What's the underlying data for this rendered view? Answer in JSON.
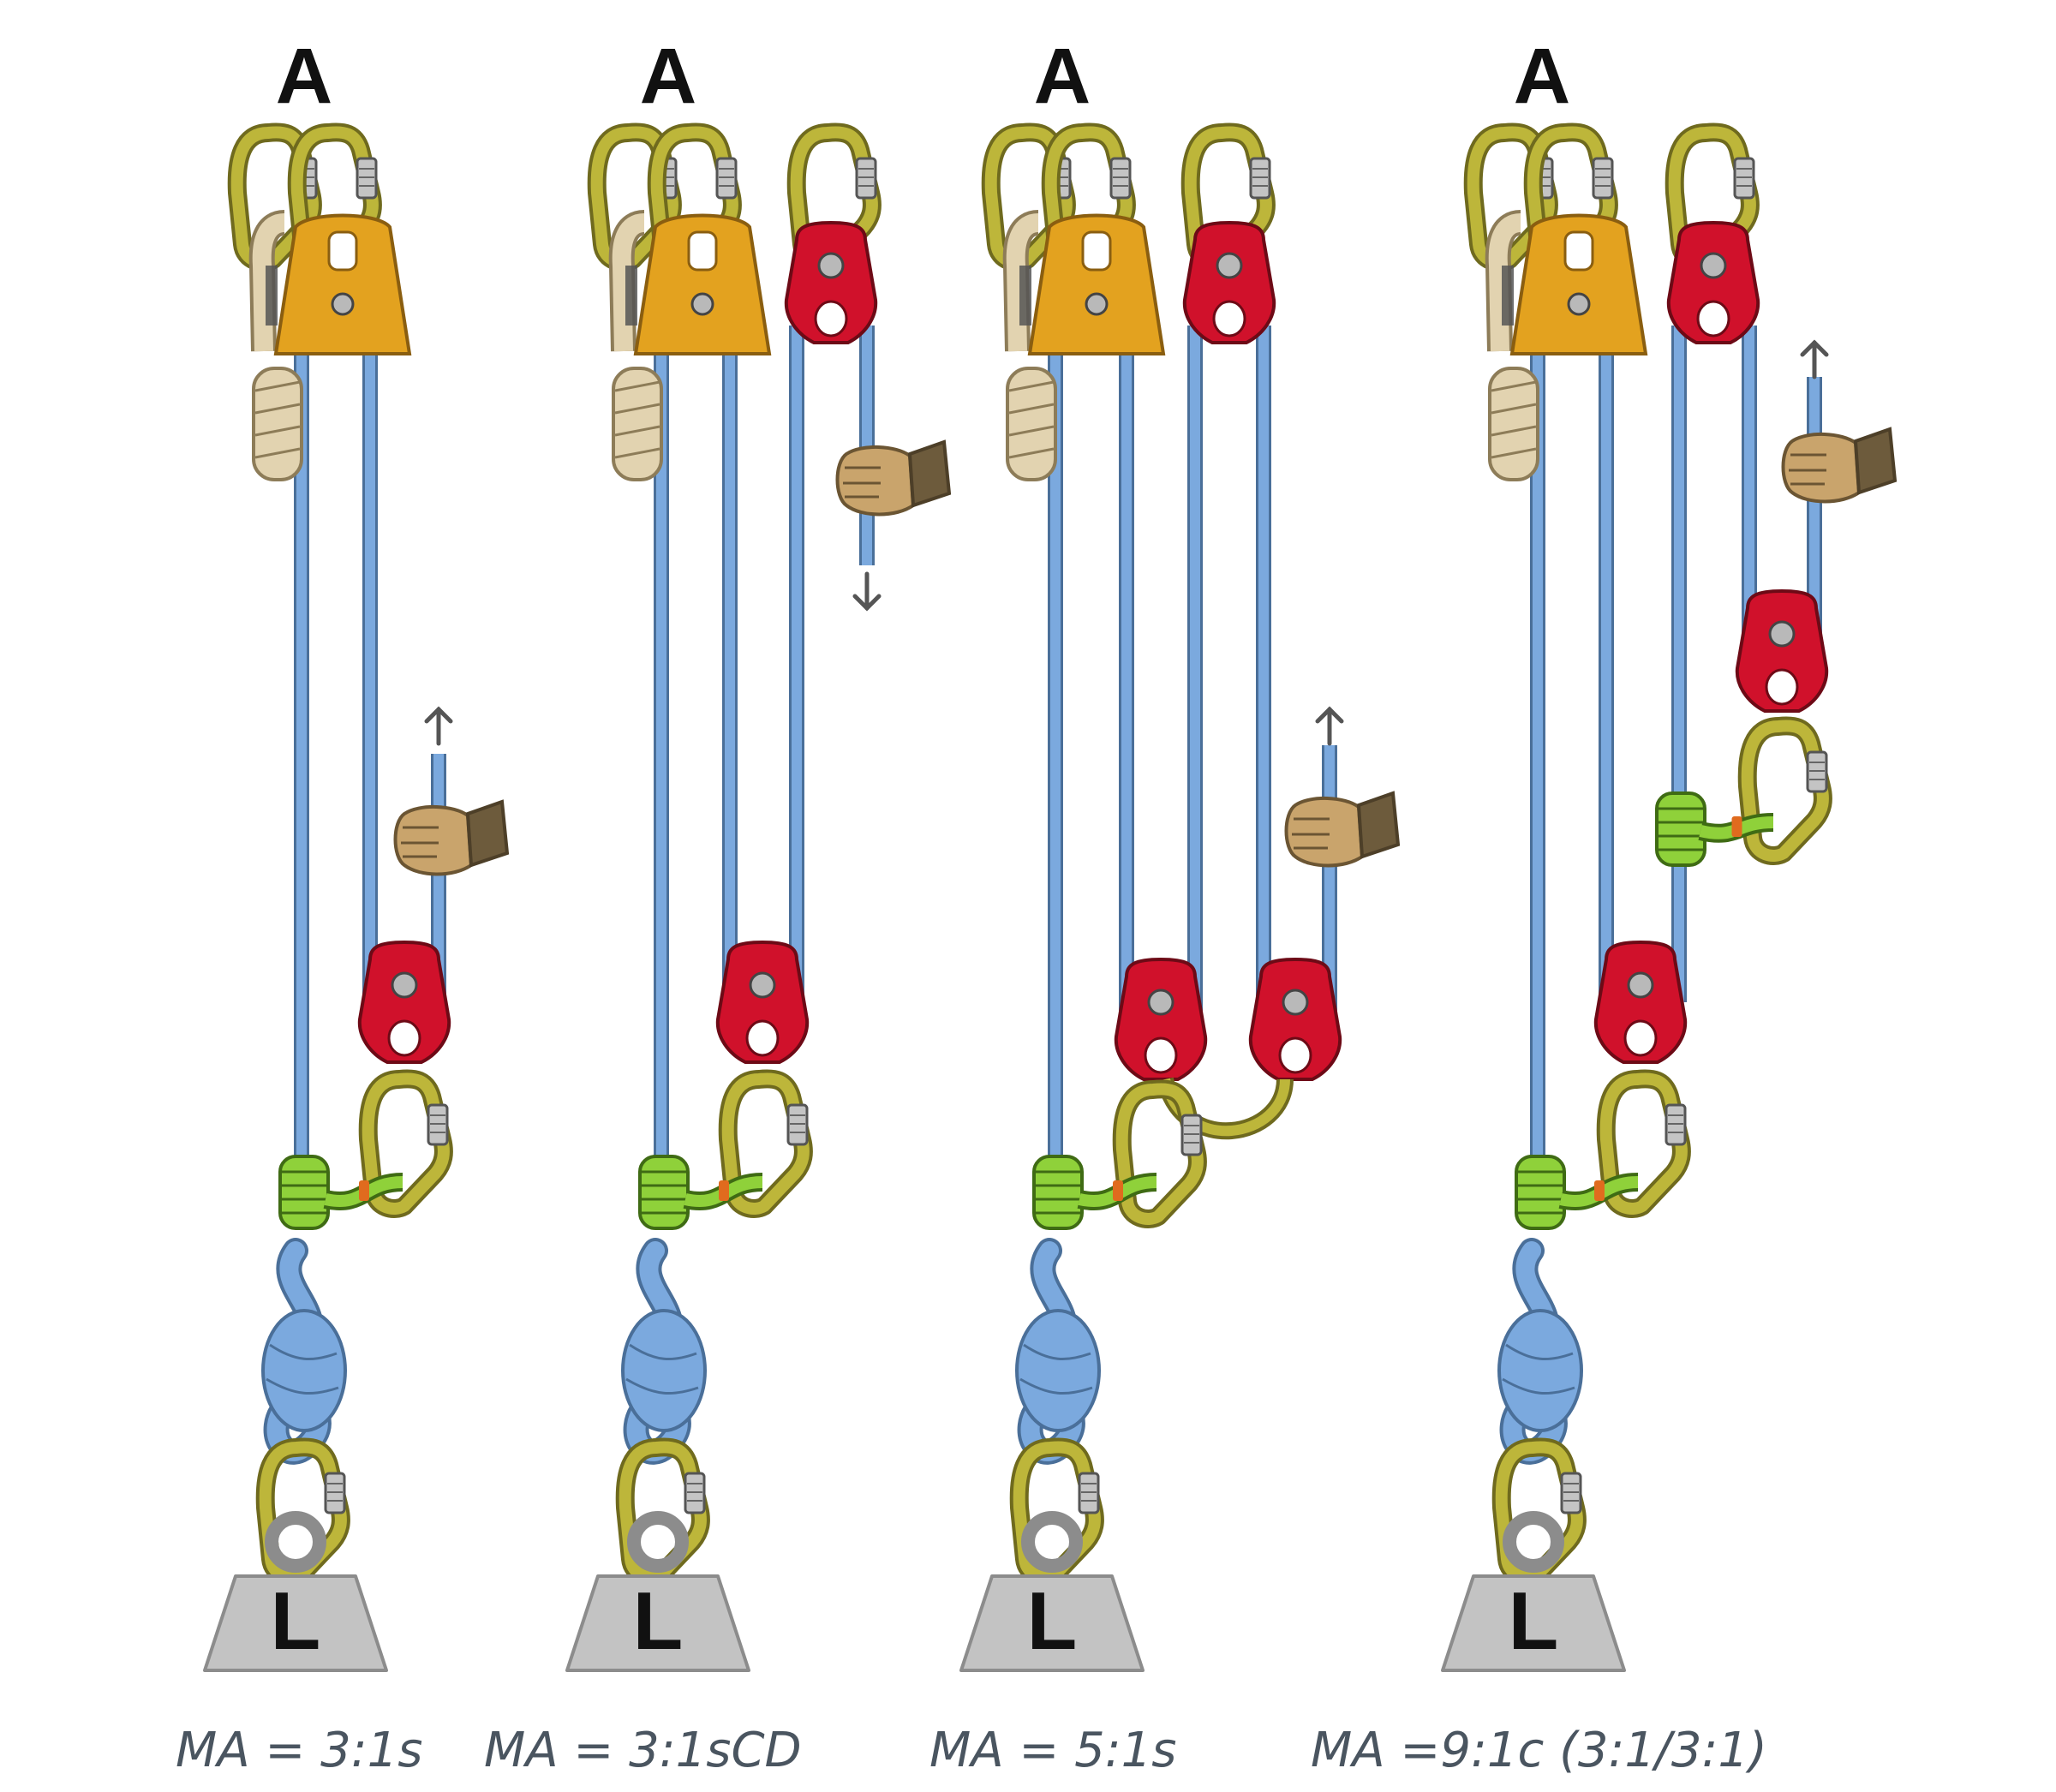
{
  "anchor_label": "A",
  "load_label": "L",
  "systems": [
    {
      "caption": "MA = 3:1s"
    },
    {
      "caption": "MA = 3:1sCD"
    },
    {
      "caption": "MA = 5:1s"
    },
    {
      "caption": "MA =9:1c (3:1/3:1)"
    }
  ],
  "colors": {
    "rope": "#7ba9de",
    "rope_outline": "#4a6f99",
    "carabiner": "#bdb63a",
    "carabiner_outline": "#6f6a1e",
    "gate": "#c4c4c4",
    "anchor_pulley": "#e3a21f",
    "pulley_red": "#d0112b",
    "knot_green": "#8fd13a",
    "sling_tan": "#e2d3b0",
    "hand": "#c9a46c",
    "glove_cuff": "#6d5b3c",
    "weight": "#c3c3c3",
    "arrow": "#555555",
    "caption": "#4a5560"
  },
  "icons": [
    "carabiner-icon",
    "pulley-icon",
    "hand-icon",
    "arrow-icon",
    "weight-icon",
    "knot-icon"
  ]
}
